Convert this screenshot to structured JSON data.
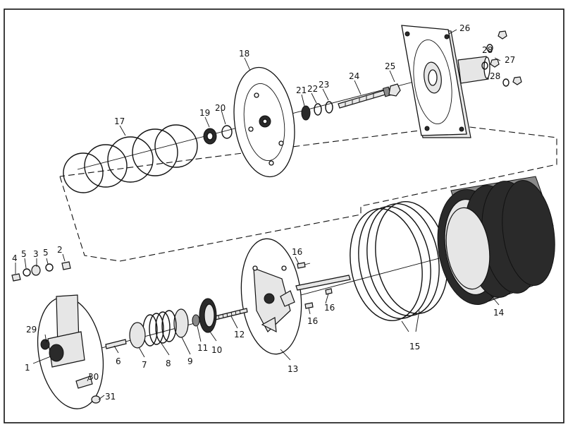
{
  "diagram": {
    "type": "exploded-parts-view",
    "part_numbers": [
      "1",
      "2",
      "3",
      "4",
      "5",
      "5",
      "6",
      "7",
      "8",
      "9",
      "10",
      "11",
      "12",
      "13",
      "14",
      "15",
      "16",
      "16",
      "16",
      "17",
      "18",
      "19",
      "20",
      "21",
      "22",
      "23",
      "24",
      "25",
      "26",
      "27",
      "28",
      "28",
      "29",
      "30",
      "31"
    ]
  }
}
